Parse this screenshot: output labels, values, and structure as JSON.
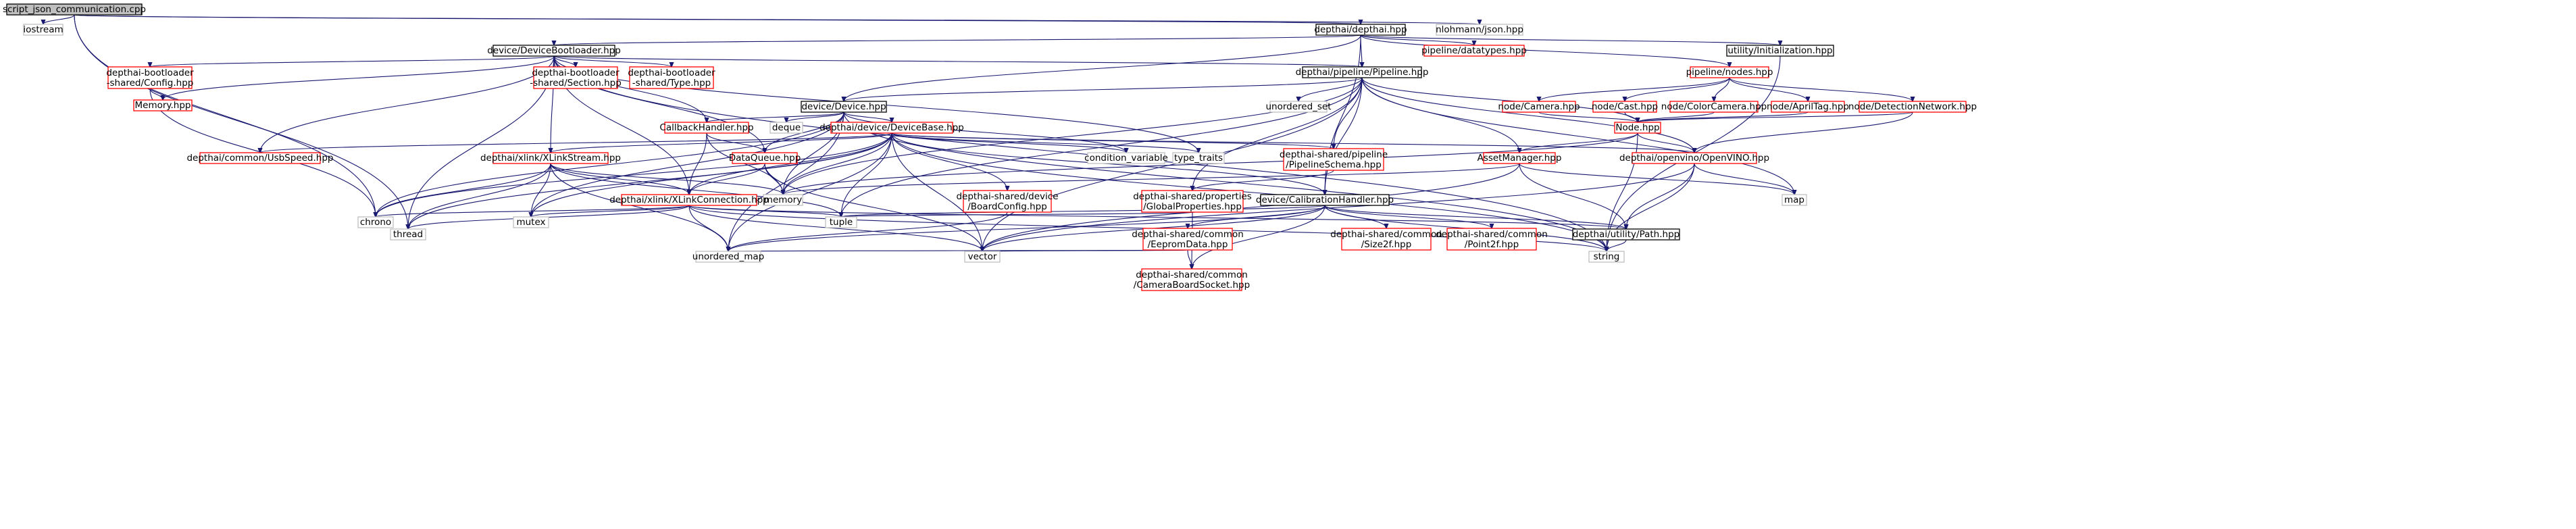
{
  "colors": {
    "edge": "#191970",
    "black_border": "#000000",
    "red_border": "#ff0000",
    "gray_border": "#bfbfbf",
    "root_fill": "#bfbfbf",
    "text": "#000000",
    "gray_text": "#000000"
  },
  "nodes": {
    "root": "script_json_communication.cpp",
    "iostream": "iostream",
    "depthai_hpp": "depthai/depthai.hpp",
    "nlohmann": "nlohmann/json.hpp",
    "device_bootloader": "device/DeviceBootloader.hpp",
    "pipeline_datatypes": "pipeline/datatypes.hpp",
    "utility_init": "utility/Initialization.hpp",
    "bl_config_1": "depthai-bootloader",
    "bl_config_2": "-shared/Config.hpp",
    "bl_section_1": "depthai-bootloader",
    "bl_section_2": "-shared/Section.hpp",
    "bl_type_1": "depthai-bootloader",
    "bl_type_2": "-shared/Type.hpp",
    "pipeline_pipeline": "depthai/pipeline/Pipeline.hpp",
    "pipeline_nodes": "pipeline/nodes.hpp",
    "memory_hpp": "Memory.hpp",
    "callback_handler": "CallbackHandler.hpp",
    "device_device": "device/Device.hpp",
    "unordered_set": "unordered_set",
    "node_camera": "node/Camera.hpp",
    "node_cast": "node/Cast.hpp",
    "node_colorcamera": "node/ColorCamera.hpp",
    "node_apriltag": "node/AprilTag.hpp",
    "node_detection": "node/DetectionNetwork.hpp",
    "deque": "deque",
    "device_base": "depthai/device/DeviceBase.hpp",
    "node_hpp": "Node.hpp",
    "usb_speed": "depthai/common/UsbSpeed.hpp",
    "xlink_stream": "depthai/xlink/XLinkStream.hpp",
    "data_queue": "DataQueue.hpp",
    "condition_variable": "condition_variable",
    "type_traits": "type_traits",
    "pipeline_schema_1": "depthai-shared/pipeline",
    "pipeline_schema_2": "/PipelineSchema.hpp",
    "asset_manager": "AssetManager.hpp",
    "openvino": "depthai/openvino/OpenVINO.hpp",
    "map": "map",
    "memory": "memory",
    "board_config_1": "depthai-shared/device",
    "board_config_2": "/BoardConfig.hpp",
    "global_props_1": "depthai-shared/properties",
    "global_props_2": "/GlobalProperties.hpp",
    "calibration_handler": "device/CalibrationHandler.hpp",
    "xlink_connection": "depthai/xlink/XLinkConnection.hpp",
    "chrono": "chrono",
    "thread": "thread",
    "mutex": "mutex",
    "tuple": "tuple",
    "utility_path": "depthai/utility/Path.hpp",
    "eeprom_1": "depthai-shared/common",
    "eeprom_2": "/EepromData.hpp",
    "size2f_1": "depthai-shared/common",
    "size2f_2": "/Size2f.hpp",
    "point2f_1": "depthai-shared/common",
    "point2f_2": "/Point2f.hpp",
    "unordered_map": "unordered_map",
    "vector": "vector",
    "string": "string",
    "camera_socket_1": "depthai-shared/common",
    "camera_socket_2": "/CameraBoardSocket.hpp"
  }
}
